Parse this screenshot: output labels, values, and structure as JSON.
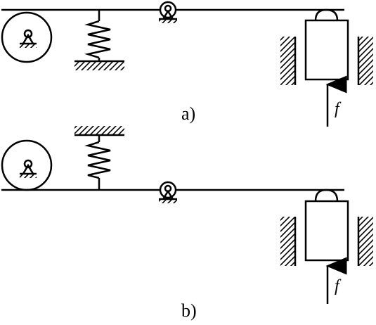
{
  "figures": [
    {
      "id": "a",
      "caption": "a)",
      "force_label": "f"
    },
    {
      "id": "b",
      "caption": "b)",
      "force_label": "f"
    }
  ],
  "colors": {
    "ink": "#000000",
    "background": "#ffffff"
  }
}
